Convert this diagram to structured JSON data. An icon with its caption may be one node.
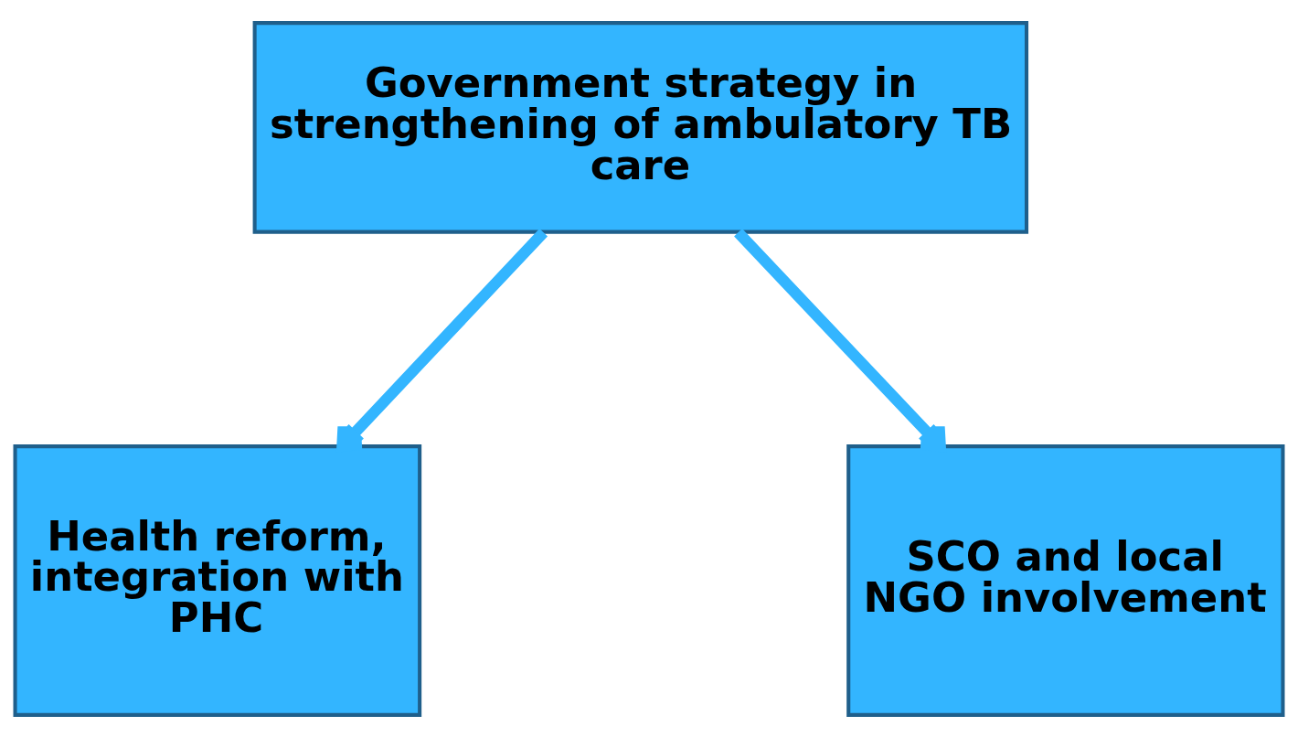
{
  "diagram": {
    "nodes": [
      {
        "text": [
          "Government strategy in strengthening of ambulatory TB care"
        ]
      },
      {
        "text": [
          "Health reform, integration with PHC"
        ]
      },
      {
        "text": [
          "SCO and local NGO involvement"
        ]
      }
    ],
    "edges": [
      {
        "from": 0,
        "to": 1,
        "arrow": "to"
      },
      {
        "from": 0,
        "to": 2,
        "arrow": "to"
      }
    ]
  }
}
